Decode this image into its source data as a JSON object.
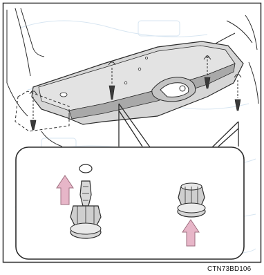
{
  "figure": {
    "code": "CTN73BD106",
    "colors": {
      "frame": "#2a2a2a",
      "line": "#2b2b2b",
      "panel": "#d6d6d6",
      "panel_dark": "#a9a9a9",
      "clip_fill": "#cfcfcf",
      "arrow": "#e7b6c8",
      "arrow_edge": "#9e6f7f",
      "background_watermark": "#c7dbec"
    },
    "icons": {
      "upper_view": "engine-undercover-panel-illustration",
      "left_detail": "push-clip-pin-pull-illustration",
      "right_detail": "push-clip-insert-illustration",
      "arrows": "pink-up-arrow-icon"
    }
  }
}
